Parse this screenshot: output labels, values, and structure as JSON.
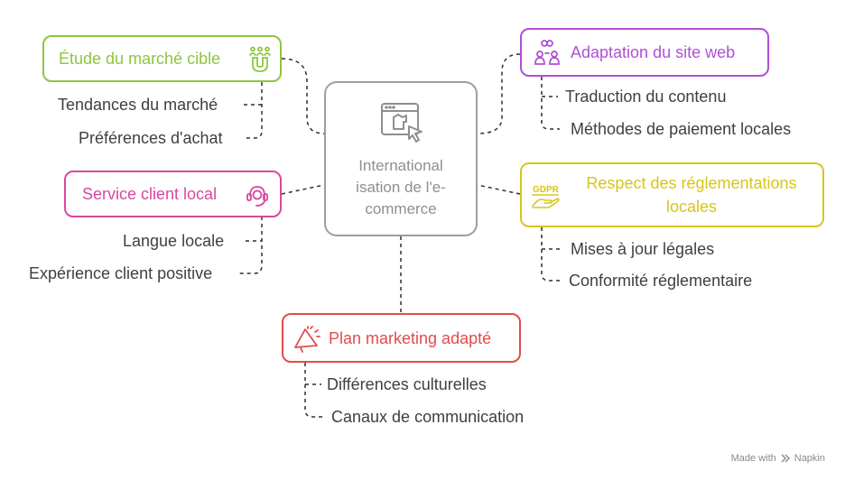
{
  "center": {
    "label": "International\nisation de l'e-\ncommerce",
    "icon": "web-shop-cursor-icon"
  },
  "topics": {
    "etude": {
      "title": "Étude du marché cible",
      "icon": "magnet-people-icon",
      "color": "#8cc63f",
      "items": [
        "Tendances du marché",
        "Préférences d'achat"
      ]
    },
    "service": {
      "title": "Service client local",
      "icon": "headset-person-icon",
      "color": "#d9489f",
      "items": [
        "Langue locale",
        "Expérience client positive"
      ]
    },
    "adaptation": {
      "title": "Adaptation du site web",
      "icon": "people-exchange-icon",
      "color": "#b04fd6",
      "items": [
        "Traduction du contenu",
        "Méthodes de paiement locales"
      ]
    },
    "reglementations": {
      "title": "Respect des réglementations\nlocales",
      "icon": "gdpr-hand-icon",
      "color": "#d8c51b",
      "items": [
        "Mises à jour légales",
        "Conformité réglementaire"
      ]
    },
    "marketing": {
      "title": "Plan marketing adapté",
      "icon": "megaphone-icon",
      "color": "#e24c4b",
      "items": [
        "Différences culturelles",
        "Canaux de communication"
      ]
    }
  },
  "footer": {
    "text": "Made with",
    "brand": "Napkin"
  }
}
